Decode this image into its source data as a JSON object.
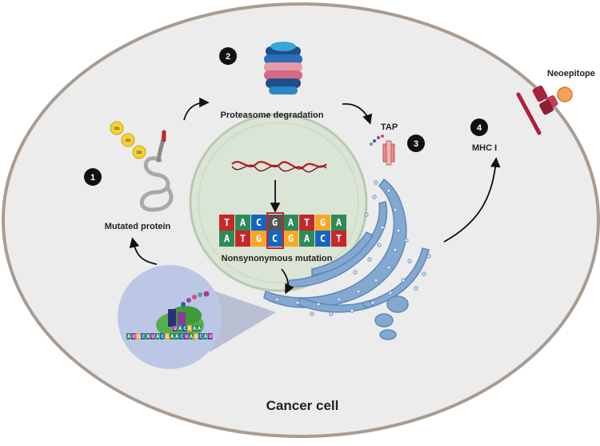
{
  "labels": {
    "cell": "Cancer cell",
    "mutated_protein": "Mutated protein",
    "proteasome": "Proteasome degradation",
    "tap": "TAP",
    "mhc": "MHC I",
    "neoepitope": "Neoepitope",
    "mutation": "Nonsynonymous mutation"
  },
  "steps": [
    "1",
    "2",
    "3",
    "4"
  ],
  "ubiquitin": [
    "Ub",
    "Ub",
    "Ub"
  ],
  "dna": {
    "top": [
      "T",
      "A",
      "C",
      "G",
      "A",
      "T",
      "G",
      "A"
    ],
    "bottom": [
      "A",
      "T",
      "G",
      "C",
      "G",
      "A",
      "C",
      "T"
    ]
  },
  "ribosome_strand": {
    "top": [
      "U",
      "A",
      "C",
      "G",
      "A",
      "A"
    ],
    "bottom": [
      "A",
      "U",
      "G",
      "C",
      "A",
      "U",
      "A",
      "C",
      "G",
      "A",
      "A",
      "C",
      "U",
      "A",
      "G",
      "C",
      "A",
      "U"
    ]
  },
  "colors": {
    "cytoplasm": "#ececec",
    "membrane": "#a89c92",
    "nucleus": "#dbe5d6",
    "er": "#84a9d1",
    "mhc": "#a8233f",
    "neoepitope": "#f5a15a",
    "ribosome_zone": "#bcc7e6",
    "step_badge": "#111111"
  }
}
